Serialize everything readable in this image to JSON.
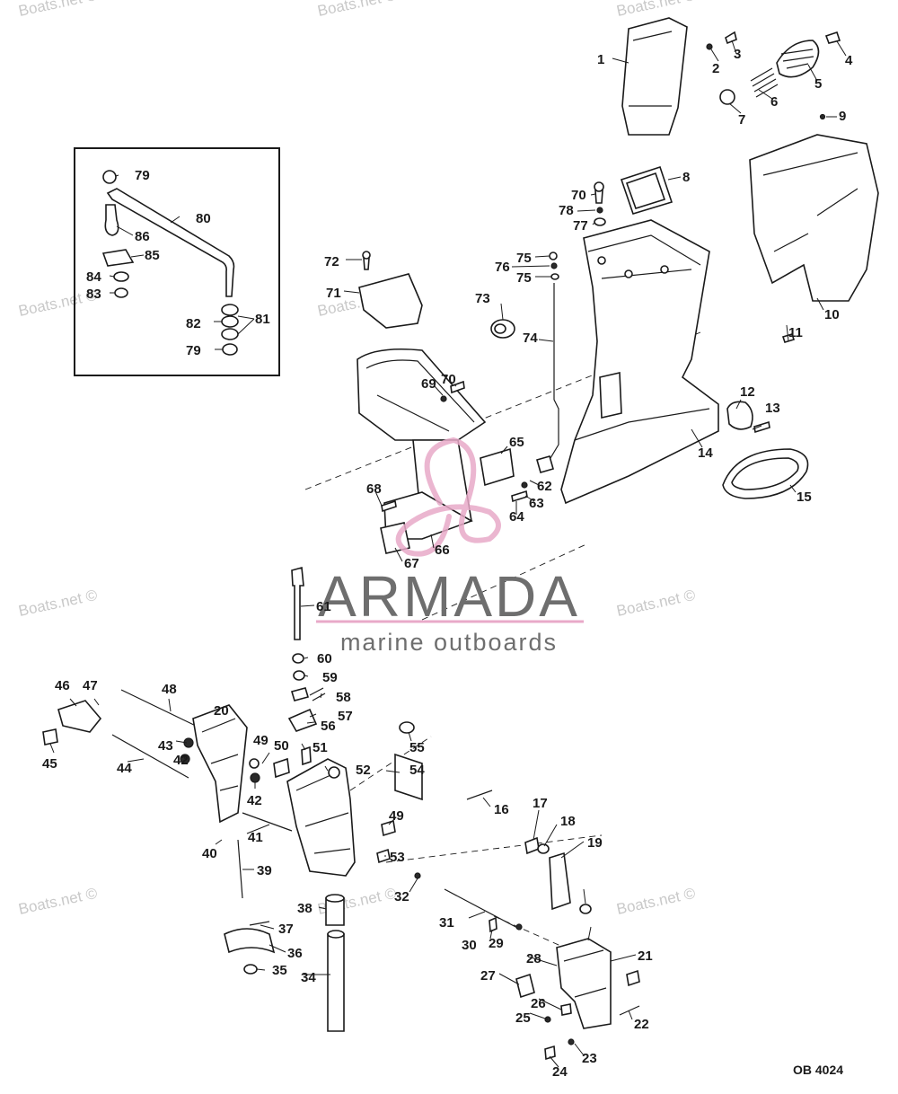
{
  "diagram_ref": "OB 4024",
  "logo": {
    "brand": "ARMADA",
    "tagline": "marine outboards",
    "accent_color": "#e8a9c8",
    "text_color": "#6e6e6e"
  },
  "watermark_text": "Boats.net ©",
  "parts": [
    "1",
    "2",
    "3",
    "4",
    "5",
    "6",
    "7",
    "8",
    "9",
    "10",
    "11",
    "12",
    "13",
    "14",
    "15",
    "16",
    "17",
    "18",
    "19",
    "20",
    "21",
    "22",
    "23",
    "24",
    "25",
    "26",
    "27",
    "28",
    "29",
    "30",
    "31",
    "32",
    "34",
    "35",
    "36",
    "37",
    "38",
    "39",
    "40",
    "41",
    "42",
    "43",
    "44",
    "45",
    "46",
    "47",
    "48",
    "49",
    "50",
    "51",
    "52",
    "53",
    "54",
    "55",
    "56",
    "57",
    "58",
    "59",
    "60",
    "61",
    "62",
    "63",
    "64",
    "65",
    "66",
    "67",
    "68",
    "69",
    "70",
    "71",
    "72",
    "73",
    "74",
    "75",
    "76",
    "77",
    "78",
    "79",
    "80",
    "81",
    "82",
    "83",
    "84",
    "85",
    "86"
  ]
}
